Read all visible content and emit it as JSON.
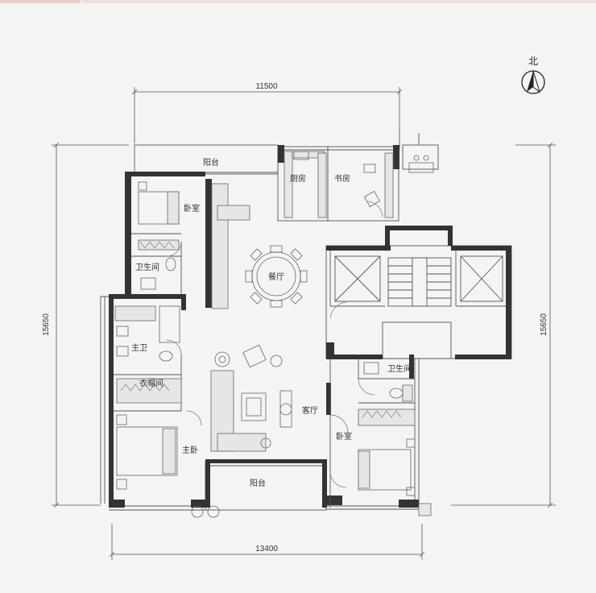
{
  "compass": {
    "label": "北"
  },
  "dimensions": {
    "top_width": "11500",
    "bottom_width": "13400",
    "left_height": "15650",
    "right_height": "15650"
  },
  "rooms": {
    "balcony_top": "阳台",
    "kitchen": "厨房",
    "study": "书房",
    "bedroom_nw": "卧室",
    "bath_west": "卫生间",
    "dining": "餐厅",
    "master_bath": "主卫",
    "closet": "衣帽间",
    "master_bedroom": "主卧",
    "living": "客厅",
    "bath_east": "卫生间",
    "bedroom_se": "卧室",
    "balcony_bottom": "阳台"
  },
  "colors": {
    "background": "#f4f4f2",
    "wall": "#333333",
    "line": "#555555",
    "fill_light": "#e6e6e6",
    "header_bar": "#e7cfc7"
  }
}
